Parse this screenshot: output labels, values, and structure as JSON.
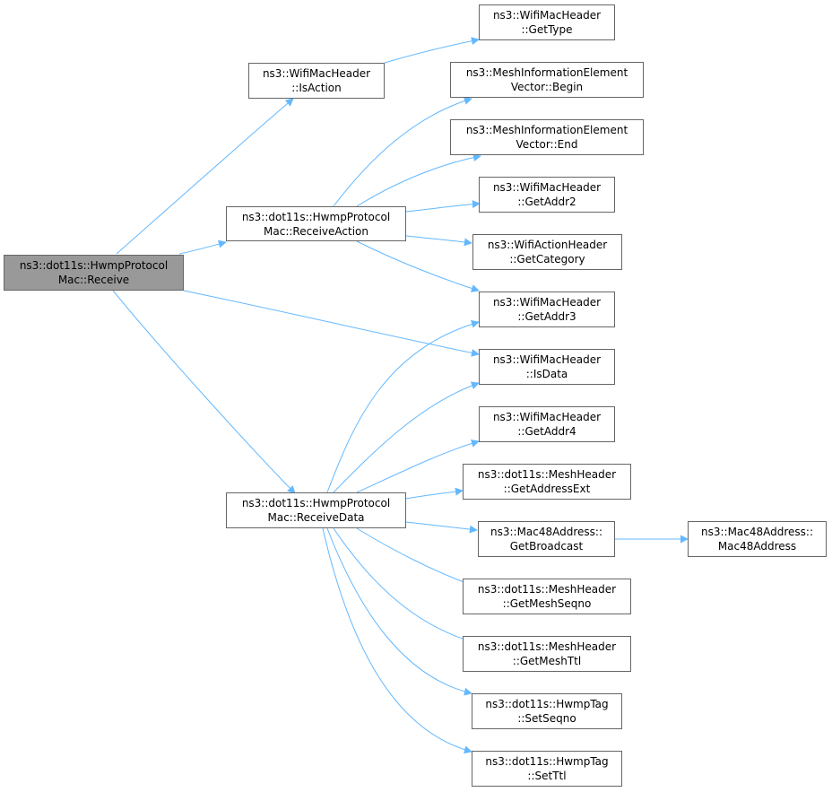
{
  "colors": {
    "edge": "#63b8ff",
    "root_fill": "#999999",
    "node_border": "#666666",
    "node_fill": "#ffffff"
  },
  "nodes": {
    "receive": [
      "ns3::dot11s::HwmpProtocol",
      "Mac::Receive"
    ],
    "is_action": [
      "ns3::WifiMacHeader",
      "::IsAction"
    ],
    "receive_action": [
      "ns3::dot11s::HwmpProtocol",
      "Mac::ReceiveAction"
    ],
    "receive_data": [
      "ns3::dot11s::HwmpProtocol",
      "Mac::ReceiveData"
    ],
    "get_type": [
      "ns3::WifiMacHeader",
      "::GetType"
    ],
    "mie_begin": [
      "ns3::MeshInformationElement",
      "Vector::Begin"
    ],
    "mie_end": [
      "ns3::MeshInformationElement",
      "Vector::End"
    ],
    "get_addr2": [
      "ns3::WifiMacHeader",
      "::GetAddr2"
    ],
    "get_category": [
      "ns3::WifiActionHeader",
      "::GetCategory"
    ],
    "get_addr3": [
      "ns3::WifiMacHeader",
      "::GetAddr3"
    ],
    "is_data": [
      "ns3::WifiMacHeader",
      "::IsData"
    ],
    "get_addr4": [
      "ns3::WifiMacHeader",
      "::GetAddr4"
    ],
    "get_address_ext": [
      "ns3::dot11s::MeshHeader",
      "::GetAddressExt"
    ],
    "get_broadcast": [
      "ns3::Mac48Address::",
      "GetBroadcast"
    ],
    "mac48_address": [
      "ns3::Mac48Address::",
      "Mac48Address"
    ],
    "get_mesh_seqno": [
      "ns3::dot11s::MeshHeader",
      "::GetMeshSeqno"
    ],
    "get_mesh_ttl": [
      "ns3::dot11s::MeshHeader",
      "::GetMeshTtl"
    ],
    "set_seqno": [
      "ns3::dot11s::HwmpTag",
      "::SetSeqno"
    ],
    "set_ttl": [
      "ns3::dot11s::HwmpTag",
      "::SetTtl"
    ]
  }
}
